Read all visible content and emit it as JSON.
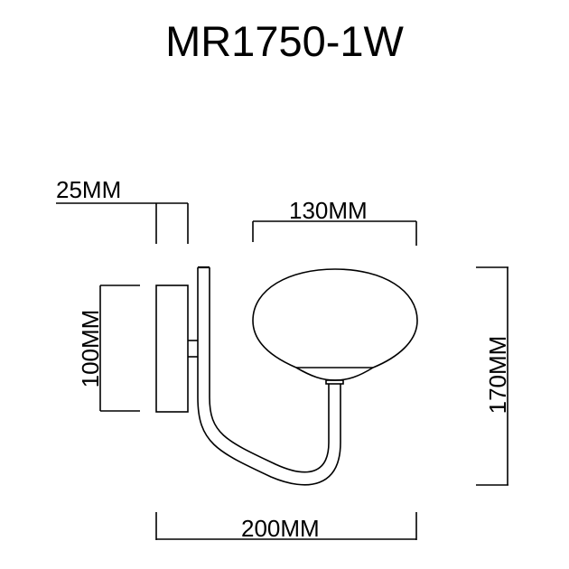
{
  "title": "MR1750-1W",
  "dimensions": {
    "depth_plate": "25MM",
    "globe_width": "130MM",
    "plate_height": "100MM",
    "total_height": "170MM",
    "total_width": "200MM"
  },
  "colors": {
    "line": "#000000",
    "background": "#ffffff"
  }
}
